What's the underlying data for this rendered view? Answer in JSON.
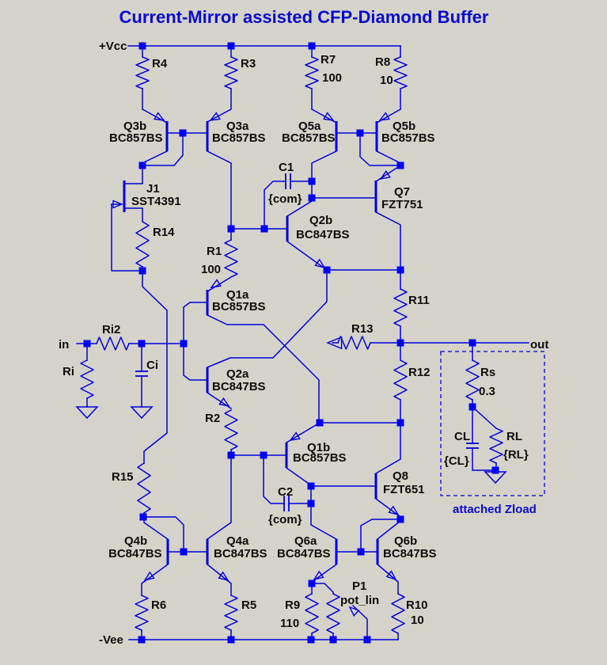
{
  "title": "Current-Mirror assisted CFP-Diamond Buffer",
  "colors": {
    "background": "#d6d3ca",
    "wire": "#0000dd",
    "junction": "#0000f2",
    "label_text": "#0d0d0d",
    "title_text": "#0a0ace"
  },
  "ports": {
    "vcc": "+Vcc",
    "vee": "-Vee",
    "in": "in",
    "out": "out"
  },
  "zload": {
    "caption": "attached Zload"
  },
  "labels": {
    "r4": "R4",
    "r3": "R3",
    "r7": "R7",
    "r7v": "100",
    "r8": "R8",
    "r8v": "10",
    "q3b": "Q3b",
    "q3b_t": "BC857BS",
    "q3a": "Q3a",
    "q3a_t": "BC857BS",
    "q5a": "Q5a",
    "q5a_t": "BC857BS",
    "q5b": "Q5b",
    "q5b_t": "BC857BS",
    "j1": "J1",
    "j1_t": "SST4391",
    "r14": "R14",
    "c1": "C1",
    "c1v": "{com}",
    "q7": "Q7",
    "q7_t": "FZT751",
    "q2b": "Q2b",
    "q2b_t": "BC847BS",
    "r1": "R1",
    "r1v": "100",
    "q1a": "Q1a",
    "q1a_t": "BC857BS",
    "ri2": "Ri2",
    "ri": "Ri",
    "ci": "Ci",
    "r13": "R13",
    "r11": "R11",
    "r12": "R12",
    "q2a": "Q2a",
    "q2a_t": "BC847BS",
    "r2": "R2",
    "q1b": "Q1b",
    "q1b_t": "BC857BS",
    "c2": "C2",
    "c2v": "{com}",
    "q8": "Q8",
    "q8_t": "FZT651",
    "rs": "Rs",
    "rsv": "0.3",
    "cl": "CL",
    "clv": "{CL}",
    "rl": "RL",
    "rlv": "{RL}",
    "r15": "R15",
    "q4b": "Q4b",
    "q4b_t": "BC847BS",
    "q4a": "Q4a",
    "q4a_t": "BC847BS",
    "q6a": "Q6a",
    "q6a_t": "BC847BS",
    "q6b": "Q6b",
    "q6b_t": "BC847BS",
    "r6": "R6",
    "r5": "R5",
    "r9": "R9",
    "r9v": "110",
    "p1": "P1",
    "p1v": "pot_lin",
    "r10": "R10",
    "r10v": "10"
  }
}
